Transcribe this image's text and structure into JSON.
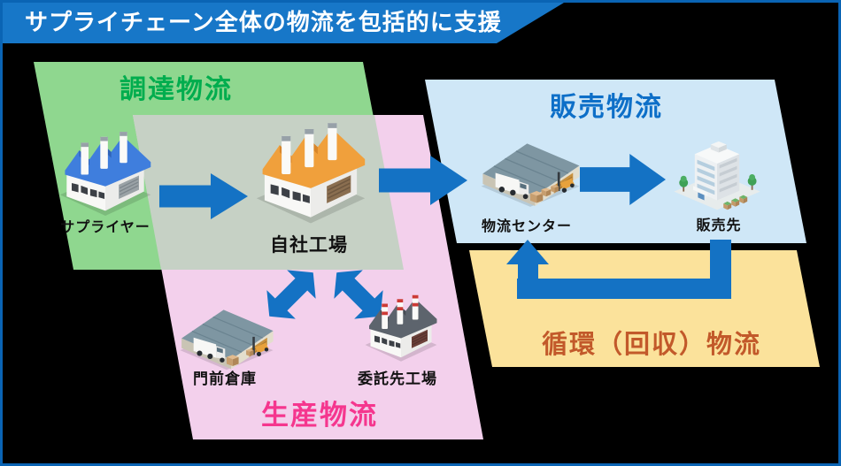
{
  "banner": {
    "text": "サプライチェーン全体の物流を包括的に支援"
  },
  "sections": {
    "procurement": {
      "title": "調達物流"
    },
    "production": {
      "title": "生産物流"
    },
    "sales": {
      "title": "販売物流"
    },
    "reverse": {
      "title": "循環（回収）物流"
    }
  },
  "nodes": {
    "supplier": {
      "label": "サプライヤー"
    },
    "own_factory": {
      "label": "自社工場"
    },
    "gate_warehouse": {
      "label": "門前倉庫"
    },
    "contract_factory": {
      "label": "委託先工場"
    },
    "logistics_center": {
      "label": "物流センター"
    },
    "customer": {
      "label": "販売先"
    }
  },
  "icons": {
    "supplier": "blue-roof-factory-icon",
    "own_factory": "orange-roof-factory-icon",
    "gate_warehouse": "warehouse-truck-icon",
    "contract_factory": "dark-roof-factory-icon",
    "logistics_center": "warehouse-truck-forklift-icon",
    "customer": "office-building-icon"
  },
  "colors": {
    "frame_border": "#0a64b4",
    "banner_bg": "#1777c8",
    "banner_text": "#ffffff",
    "procurement_bg": "#8fd78f",
    "procurement_title": "#00ad4e",
    "production_bg": "#f3d0ec",
    "production_title": "#f5368e",
    "overlap_bg": "#c6d1c5",
    "sales_bg": "#cfe7f7",
    "sales_title": "#0d6fc8",
    "reverse_bg": "#fbe29b",
    "reverse_title": "#c2592a",
    "arrow": "#1472c4",
    "label_text": "#111111"
  }
}
